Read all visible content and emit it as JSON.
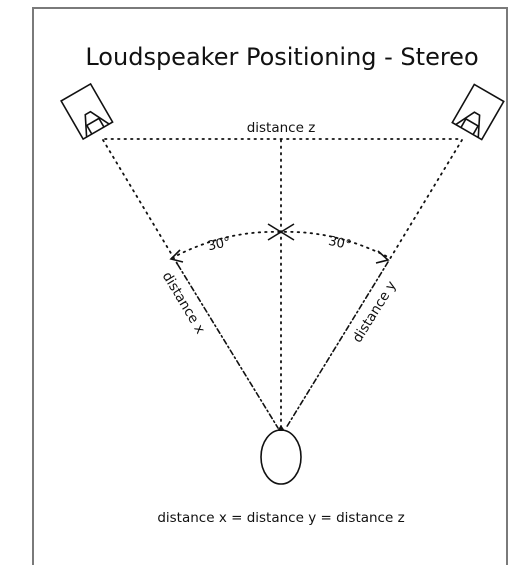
{
  "diagram": {
    "title": "Loudspeaker Positioning - Stereo",
    "labels": {
      "distance_z": "distance z",
      "distance_x": "distance x",
      "distance_y": "distance y",
      "angle_left": "30°",
      "angle_right": "30°",
      "equation": "distance x = distance y = distance z"
    },
    "icons": {
      "left_speaker": "loudspeaker-icon",
      "right_speaker": "loudspeaker-icon",
      "listener": "listener-head-icon",
      "center_point": "cross-marker"
    },
    "colors": {
      "ink": "#111111",
      "frame": "#7a7a7a",
      "background": "#ffffff"
    }
  }
}
